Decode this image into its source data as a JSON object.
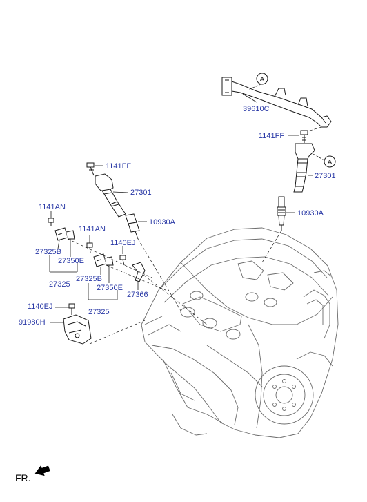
{
  "colors": {
    "label": "#2a39a6",
    "line": "#1a1a1a",
    "ghost": "#6b6b6b"
  },
  "callouts": {
    "harness": "39610C",
    "bolt_right": "1141FF",
    "coil_right": "27301",
    "plug_right": "10930A",
    "bolt_left": "1141FF",
    "coil_left": "27301",
    "plug_left": "10930A",
    "bolt_a": "1141AN",
    "bolt_b": "1141AN",
    "bolt_c": "1140EJ",
    "bolt_d": "1140EJ",
    "sensor_b1": "27325B",
    "bracket_1": "27350E",
    "group_1": "27325",
    "sensor_b2": "27325B",
    "bracket_2": "27350E",
    "group_2": "27325",
    "clip": "27366",
    "cover": "91980H"
  },
  "connector_letters": {
    "a1": "A",
    "a2": "A"
  },
  "direction": {
    "text": "FR."
  }
}
